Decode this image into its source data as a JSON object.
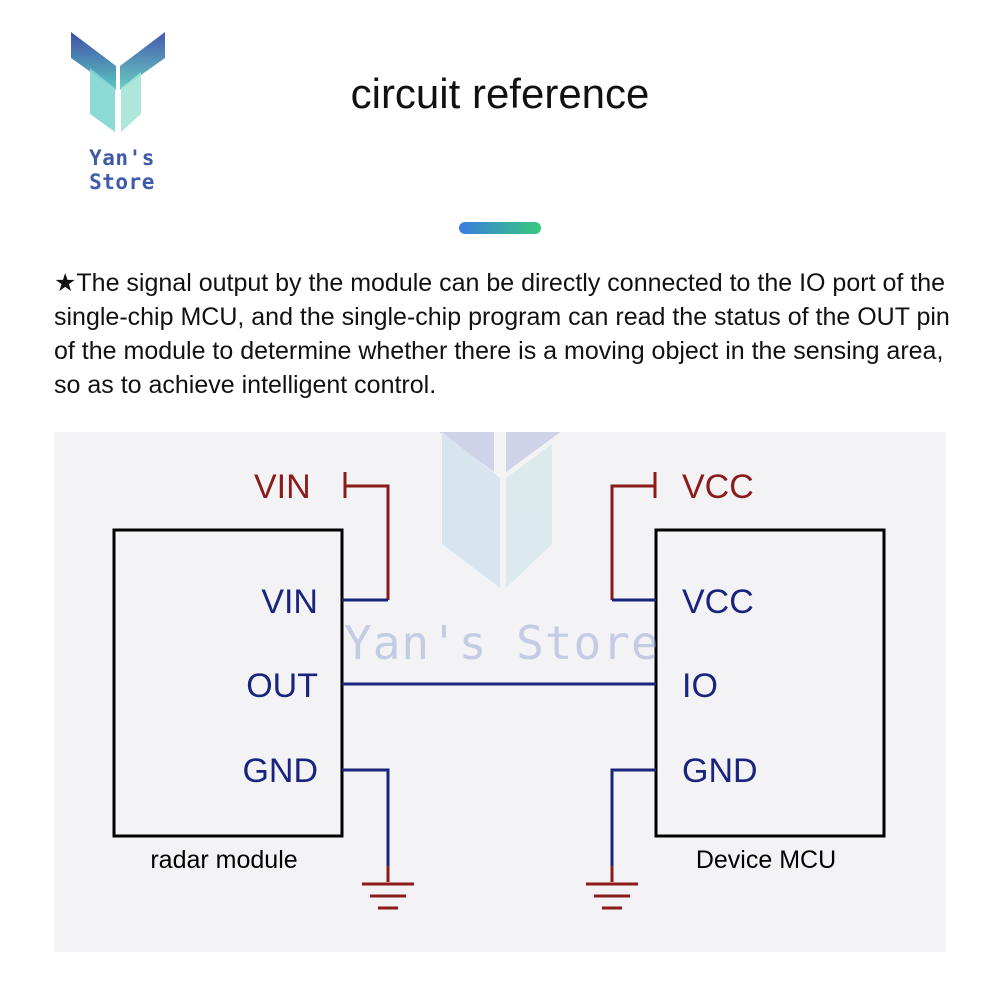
{
  "brand": {
    "name": "Yan's Store",
    "watermark": "Yan's Store"
  },
  "header": {
    "title": "circuit reference"
  },
  "description": "★The signal output by the module can be directly connected to the IO port of the single-chip MCU, and the single-chip program can read the status of the OUT pin of the module to determine whether there is a moving object in the sensing area, so as to achieve intelligent control.",
  "diagram": {
    "radar": {
      "supply_label": "VIN",
      "pins": [
        "VIN",
        "OUT",
        "GND"
      ],
      "caption": "radar module"
    },
    "mcu": {
      "supply_label": "VCC",
      "pins": [
        "VCC",
        "IO",
        "GND"
      ],
      "caption": "Device MCU"
    }
  },
  "colors": {
    "pin_text": "#1a237e",
    "power_text": "#8b1a1a",
    "wire": "#1a237e",
    "power_wire": "#8b1a1a",
    "accent_gradient": [
      "#3a7de0",
      "#37c97a"
    ]
  }
}
